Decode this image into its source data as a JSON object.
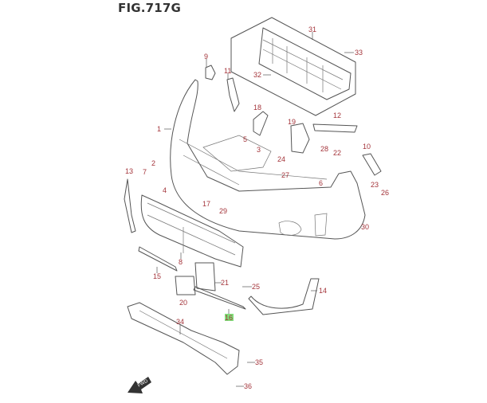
{
  "figure_title": "FIG.717G",
  "highlighted_part": "16",
  "colors": {
    "label": "#a4353b",
    "highlight": "#7fe07a",
    "line": "#555555"
  },
  "direction_arrow": "FWD",
  "callouts": [
    "1",
    "2",
    "3",
    "4",
    "5",
    "6",
    "7",
    "8",
    "9",
    "10",
    "11",
    "12",
    "13",
    "14",
    "15",
    "16",
    "17",
    "18",
    "19",
    "20",
    "21",
    "22",
    "23",
    "24",
    "25",
    "26",
    "27",
    "28",
    "29",
    "30",
    "31",
    "32",
    "33",
    "34",
    "35",
    "36"
  ]
}
